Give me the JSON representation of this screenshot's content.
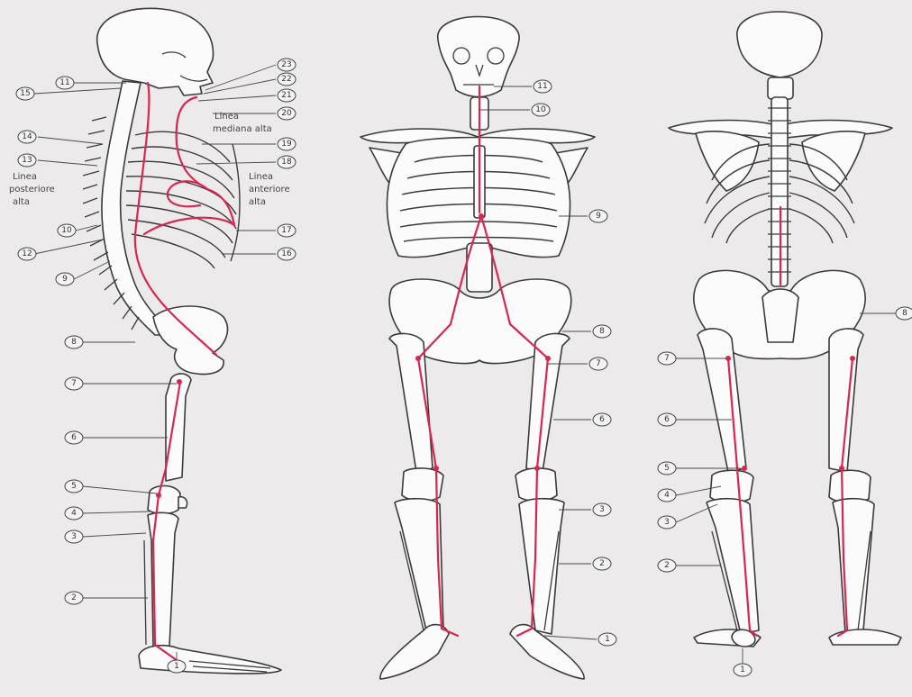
{
  "annotations": {
    "linea_mediana_alta": [
      "Linea",
      "mediana alta"
    ],
    "linea_anteriore_alta": [
      "Linea",
      "anteriore",
      "alta"
    ],
    "linea_posteriore_alta": [
      "Linea",
      "posteriore",
      "alta"
    ]
  },
  "markers": {
    "lateral": [
      "1",
      "2",
      "3",
      "4",
      "5",
      "6",
      "7",
      "8",
      "9",
      "10",
      "11",
      "12",
      "13",
      "14",
      "15",
      "16",
      "17",
      "18",
      "19",
      "20",
      "21",
      "22",
      "23"
    ],
    "front": [
      "1",
      "2",
      "3",
      "6",
      "7",
      "8",
      "9",
      "10",
      "11"
    ],
    "back": [
      "1",
      "2",
      "3",
      "4",
      "5",
      "6",
      "7",
      "8"
    ]
  },
  "colors": {
    "line": "#d8264f",
    "bone": "#fbfbfb",
    "outline": "#3a3a3a",
    "background": "#eceaeb"
  }
}
